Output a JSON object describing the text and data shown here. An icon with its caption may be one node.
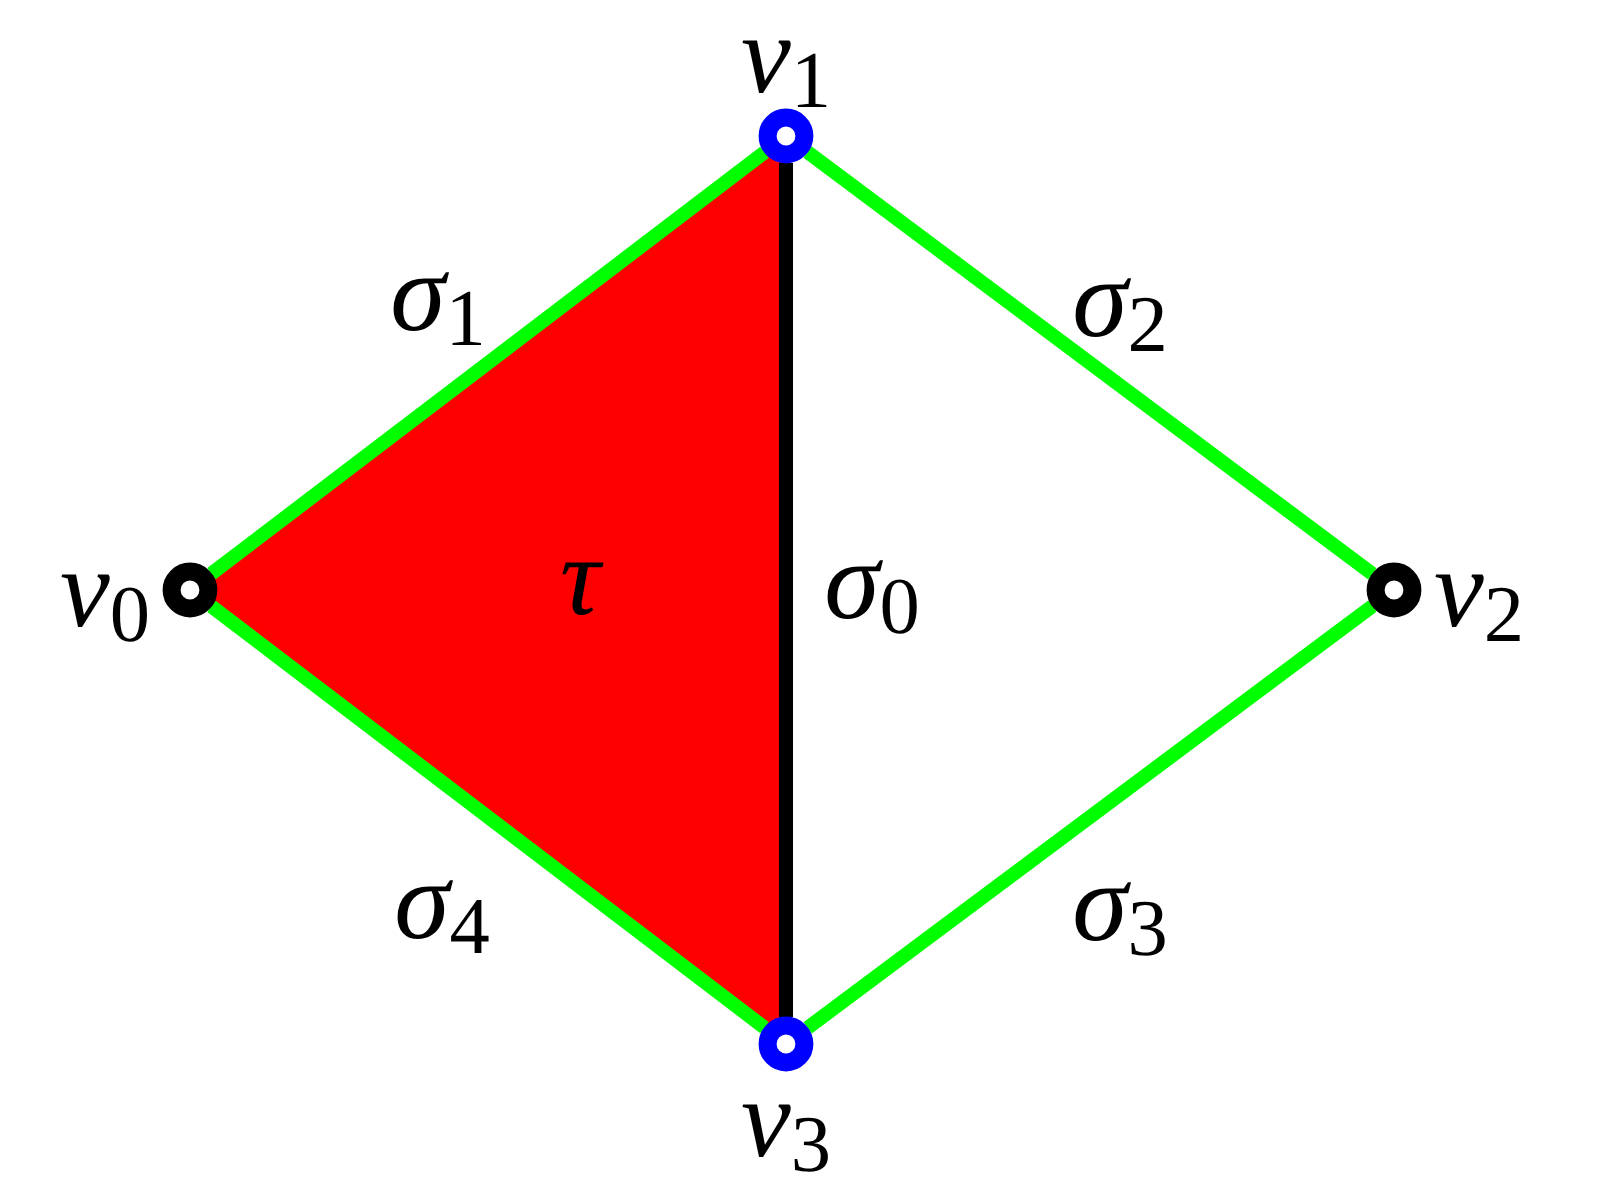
{
  "diagram": {
    "nodes": [
      {
        "text": [],
        "shape": "circle",
        "beside": [
          "v$_{1}$"
        ]
      },
      {
        "text": [],
        "shape": "circle",
        "beside": [
          "v$_{0}$"
        ]
      },
      {
        "text": [
          "τ"
        ]
      },
      {
        "text": [],
        "shape": "circle",
        "beside": [
          "v$_{2}$"
        ]
      },
      {
        "text": [],
        "shape": "circle",
        "beside": [
          "v$_{3}$"
        ]
      }
    ],
    "edges": [
      {
        "from": 1,
        "to": 0,
        "arrow": "none",
        "label": "σ$_{1}$"
      },
      {
        "from": 0,
        "to": 3,
        "arrow": "none",
        "label": "σ$_{2}$"
      },
      {
        "from": 0,
        "to": 4,
        "arrow": "none",
        "label": "σ$_{0}$",
        "color": "#000000"
      },
      {
        "from": 1,
        "to": 4,
        "arrow": "none",
        "label": "σ$_{4}$"
      },
      {
        "from": 3,
        "to": 4,
        "arrow": "none",
        "label": "σ$_{3}$"
      }
    ]
  }
}
